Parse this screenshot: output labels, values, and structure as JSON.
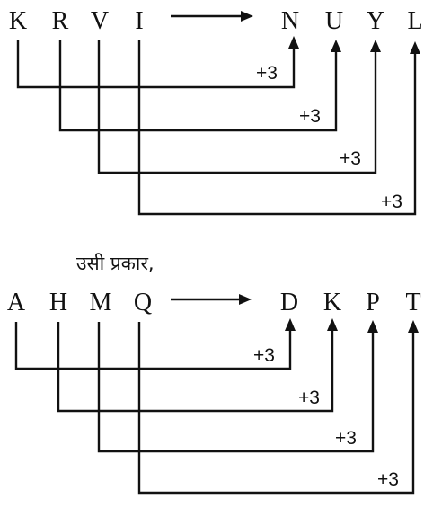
{
  "rows": [
    {
      "source": [
        "K",
        "R",
        "V",
        "I"
      ],
      "target": [
        "N",
        "U",
        "Y",
        "L"
      ],
      "shifts": [
        "+3",
        "+3",
        "+3",
        "+3"
      ]
    },
    {
      "source": [
        "A",
        "H",
        "M",
        "Q"
      ],
      "target": [
        "D",
        "K",
        "P",
        "T"
      ],
      "shifts": [
        "+3",
        "+3",
        "+3",
        "+3"
      ]
    }
  ],
  "connector": "उसी प्रकार,"
}
